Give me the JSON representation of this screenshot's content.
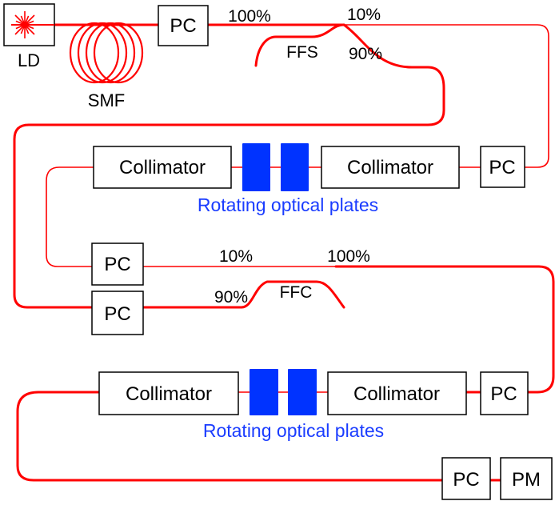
{
  "colors": {
    "fiber": "#ff0000",
    "plate": "#0033ff",
    "caption": "#1a3cff",
    "text": "#000000"
  },
  "source": {
    "label": "LD",
    "icon": "laser-burst-icon"
  },
  "fiber_spool": {
    "label": "SMF"
  },
  "couplers": {
    "ffs": {
      "label": "FFS",
      "in_ratio": "100%",
      "out_a": "10%",
      "out_b": "90%"
    },
    "ffc": {
      "label": "FFC",
      "in_a": "10%",
      "in_b": "90%",
      "out": "100%"
    }
  },
  "components": {
    "pc": "PC",
    "collimator": "Collimator",
    "pm": "PM"
  },
  "captions": {
    "upper_plates": "Rotating optical plates",
    "lower_plates": "Rotating optical plates"
  }
}
